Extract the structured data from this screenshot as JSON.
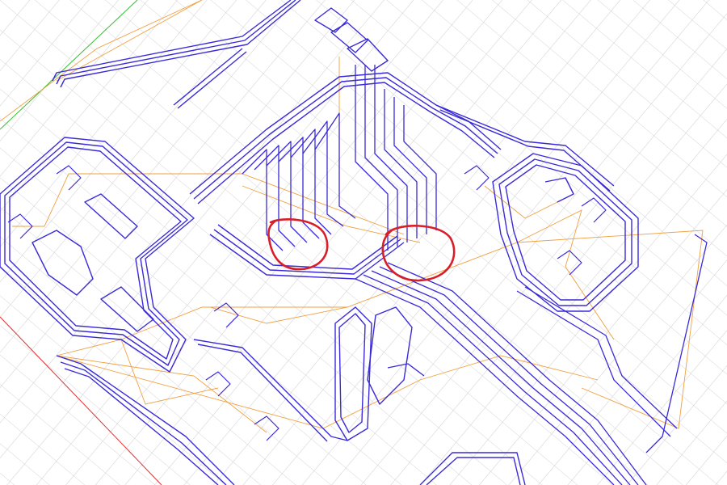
{
  "view": {
    "kind": "pcb-toolpath-preview",
    "background_color": "#ffffff",
    "grid_color": "#c9c9c9",
    "grid_orientation": "isometric",
    "toolpath_color": "#3a2bd6",
    "travel_move_color": "#f0a040",
    "axis_x_color": "#e53030",
    "axis_y_color": "#30c030"
  },
  "annotations": [
    {
      "shape": "hand-drawn-circle",
      "color": "#d81e28",
      "label": ""
    },
    {
      "shape": "hand-drawn-circle",
      "color": "#d81e28",
      "label": ""
    }
  ]
}
